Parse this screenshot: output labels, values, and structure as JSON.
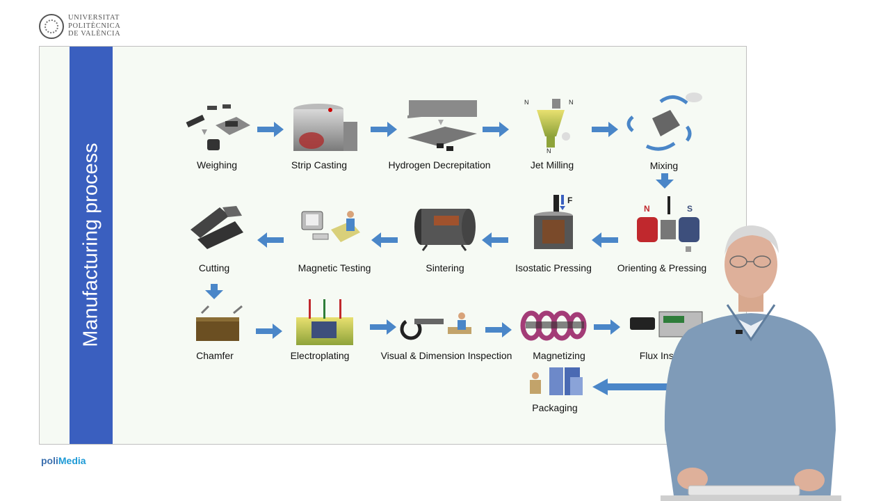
{
  "logo": {
    "line1": "UNIVERSITAT",
    "line2": "POLITÈCNICA",
    "line3": "DE VALÈNCIA"
  },
  "slide": {
    "title": "Manufacturing process",
    "steps": [
      {
        "label": "Weighing",
        "icon": "weighing-icon"
      },
      {
        "label": "Strip Casting",
        "icon": "strip-casting-icon"
      },
      {
        "label": "Hydrogen Decrepitation",
        "icon": "hydrogen-decrepitation-icon"
      },
      {
        "label": "Jet Milling",
        "icon": "jet-milling-icon"
      },
      {
        "label": "Mixing",
        "icon": "mixing-icon"
      },
      {
        "label": "Orienting & Pressing",
        "icon": "orienting-pressing-icon"
      },
      {
        "label": "Isostatic Pressing",
        "icon": "isostatic-pressing-icon"
      },
      {
        "label": "Sintering",
        "icon": "sintering-icon"
      },
      {
        "label": "Magnetic Testing",
        "icon": "magnetic-testing-icon"
      },
      {
        "label": "Cutting",
        "icon": "cutting-icon"
      },
      {
        "label": "Chamfer",
        "icon": "chamfer-icon"
      },
      {
        "label": "Electroplating",
        "icon": "electroplating-icon"
      },
      {
        "label": "Visual & Dimension Inspection",
        "icon": "inspection-icon"
      },
      {
        "label": "Magnetizing",
        "icon": "magnetizing-icon"
      },
      {
        "label": "Flux Inspe",
        "icon": "flux-inspection-icon"
      },
      {
        "label": "Packaging",
        "icon": "packaging-icon"
      }
    ],
    "symbols": {
      "n2": "N",
      "north": "N",
      "south": "S",
      "force": "F"
    },
    "colors": {
      "sidebar": "#3a5fbf",
      "arrow": "#4a86c8",
      "background": "#f6faf4"
    }
  },
  "footer": {
    "brand_a": "poli",
    "brand_b": "Media"
  }
}
